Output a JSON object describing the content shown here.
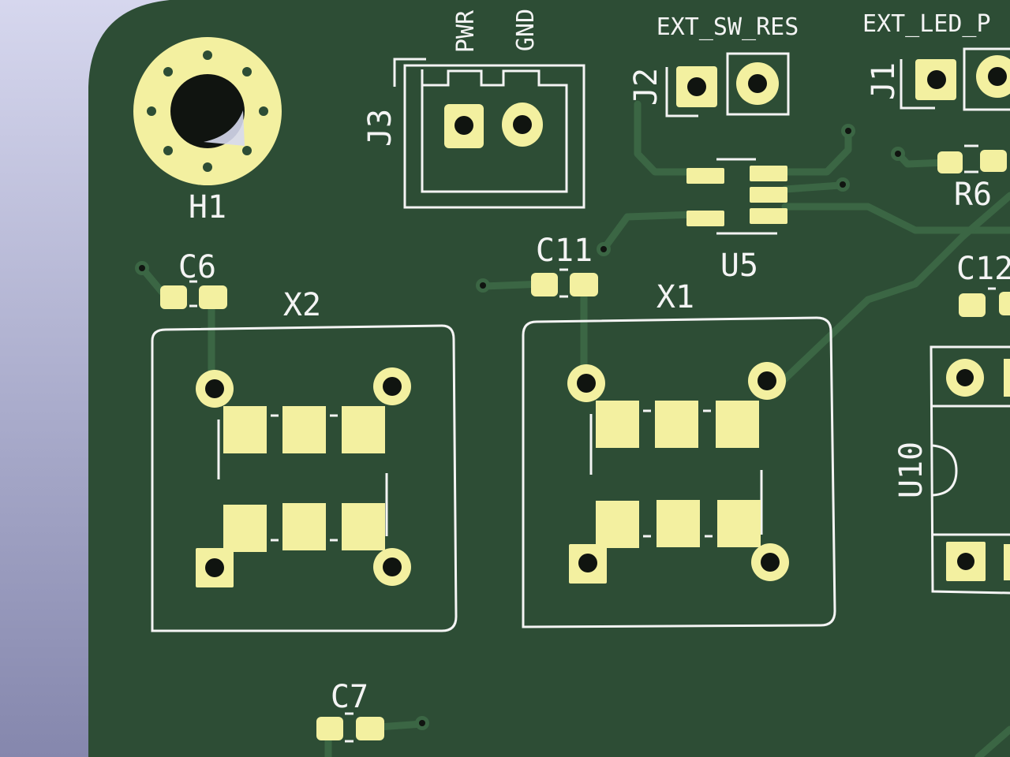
{
  "viewer": {
    "name": "3D board viewer"
  },
  "colors": {
    "background": "#b9bbd8",
    "board": "#2d4d35",
    "pad": "#f3f0a0",
    "silk": "#f4f4f4",
    "trace": "#3b6644",
    "hole": "#101410"
  },
  "labels": {
    "h1": "H1",
    "j3": "J3",
    "pwr": "PWR",
    "gnd": "GND",
    "ext_sw_res": "EXT_SW_RES",
    "ext_led": "EXT_LED_P",
    "j2": "J2",
    "j1": "J1",
    "r6": "R6",
    "u5": "U5",
    "c11": "C11",
    "c6": "C6",
    "c12": "C12",
    "x2": "X2",
    "x1": "X1",
    "u10": "U10",
    "c7": "C7"
  }
}
